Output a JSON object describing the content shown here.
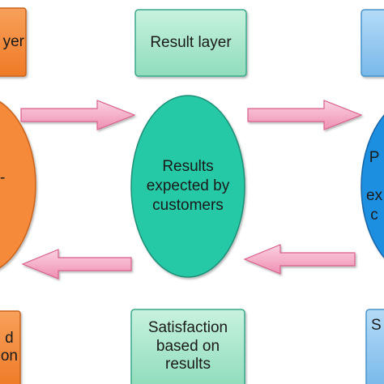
{
  "nodes": {
    "result_layer": "Result layer",
    "center_ellipse": "Results\nexpected by\ncustomers",
    "satisfaction_box": "Satisfaction\nbased on\nresults",
    "top_left_box": "yer",
    "bottom_left_box": "d\non",
    "left_ellipse_partial": "-",
    "right_ellipse_partial": "P\n\nex\nc",
    "bottom_right_box": "S"
  },
  "colors": {
    "teal_box_fill": "#a8e6cc",
    "teal_box_stroke": "#3aa88a",
    "teal_ellipse_fill": "#27c9a6",
    "teal_ellipse_stroke": "#1d8f77",
    "orange_fill": "#f58a3a",
    "orange_stroke": "#c9641c",
    "blue_fill": "#1e8fe0",
    "blue_box_fill": "#8fc8f2",
    "blue_box_stroke": "#4a94cc",
    "arrow_fill": "#f4a6c2",
    "arrow_stroke": "#d8608c"
  }
}
